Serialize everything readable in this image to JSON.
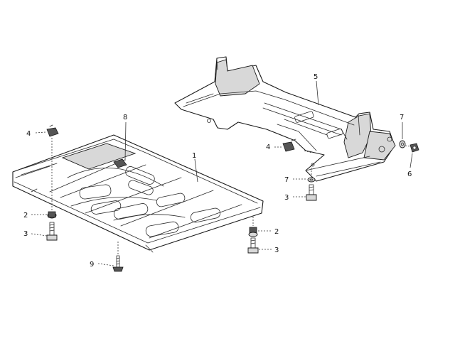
{
  "callouts": {
    "front_shield": "1",
    "rear_shield": "5",
    "clip": "8",
    "nut_left_top": "4",
    "nut_right": "4",
    "washer_left": "2",
    "bolt_left": "3",
    "washer_front_right": "2",
    "bolt_front_right": "3",
    "screw_bottom": "9",
    "washer_right_top": "7",
    "washer_right_mid": "7",
    "bolt_right": "3",
    "nut_far_right": "6"
  }
}
